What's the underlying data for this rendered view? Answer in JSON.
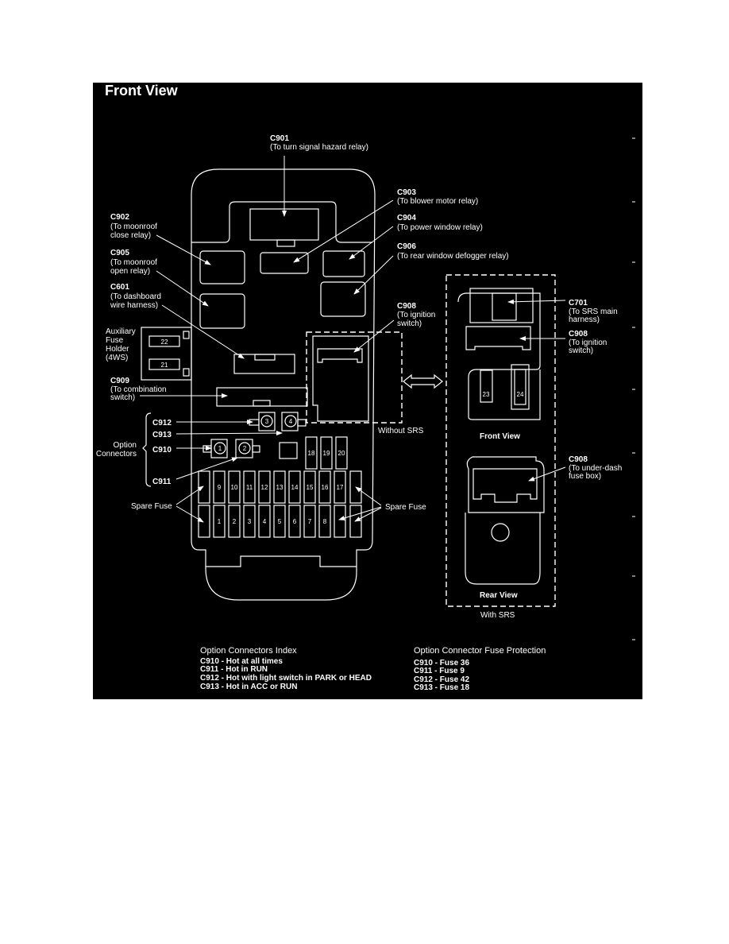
{
  "title": "Front View",
  "colors": {
    "background": "#000000",
    "lines": "#ffffff",
    "page": "#ffffff"
  },
  "callouts": {
    "c901": {
      "id": "C901",
      "desc": "(To turn signal hazard relay)"
    },
    "c903": {
      "id": "C903",
      "desc": "(To blower motor relay)"
    },
    "c904": {
      "id": "C904",
      "desc": "(To power window relay)"
    },
    "c906": {
      "id": "C906",
      "desc": "(To rear window defogger relay)"
    },
    "c908a": {
      "id": "C908",
      "l1": "(To ignition",
      "l2": "switch)"
    },
    "c902": {
      "id": "C902",
      "l1": "(To moonroof",
      "l2": "close relay)"
    },
    "c905": {
      "id": "C905",
      "l1": "(To moonroof",
      "l2": "open relay)"
    },
    "c601": {
      "id": "C601",
      "l1": "(To dashboard",
      "l2": "wire harness)"
    },
    "aux": {
      "l1": "Auxiliary",
      "l2": "Fuse",
      "l3": "Holder",
      "l4": "(4WS)"
    },
    "c909": {
      "id": "C909",
      "l1": "(To combination",
      "l2": "switch)"
    },
    "c701": {
      "id": "C701",
      "l1": "(To SRS main",
      "l2": "harness)"
    },
    "c908b": {
      "id": "C908",
      "l1": "(To ignition",
      "l2": "switch)"
    },
    "c908c": {
      "id": "C908",
      "l1": "(To under-dash",
      "l2": "fuse box)"
    }
  },
  "option_connectors": {
    "label1": "Option",
    "label2": "Connectors",
    "c912": "C912",
    "c913": "C913",
    "c910": "C910",
    "c911": "C911"
  },
  "connector_numbers": [
    "1",
    "2",
    "3",
    "4"
  ],
  "aux_fuses": [
    "22",
    "21"
  ],
  "srs_fuses": [
    "23",
    "24"
  ],
  "fuses_top_small": [
    "18",
    "19",
    "20"
  ],
  "fuses_row_upper": [
    "9",
    "10",
    "11",
    "12",
    "13",
    "14",
    "15",
    "16",
    "17"
  ],
  "fuses_row_lower": [
    "1",
    "2",
    "3",
    "4",
    "5",
    "6",
    "7",
    "8"
  ],
  "spare_fuse": "Spare Fuse",
  "without_srs": "Without SRS",
  "with_srs": "With SRS",
  "front_view": "Front View",
  "rear_view": "Rear View",
  "index": {
    "title": "Option Connectors Index",
    "lines": [
      "C910 - Hot at all times",
      "C911 - Hot in RUN",
      "C912 - Hot with light switch in PARK or HEAD",
      "C913 - Hot in ACC or RUN"
    ]
  },
  "protection": {
    "title": "Option Connector Fuse Protection",
    "lines": [
      "C910 - Fuse 36",
      "C911 - Fuse 9",
      "C912 - Fuse 42",
      "C913 - Fuse 18"
    ]
  }
}
